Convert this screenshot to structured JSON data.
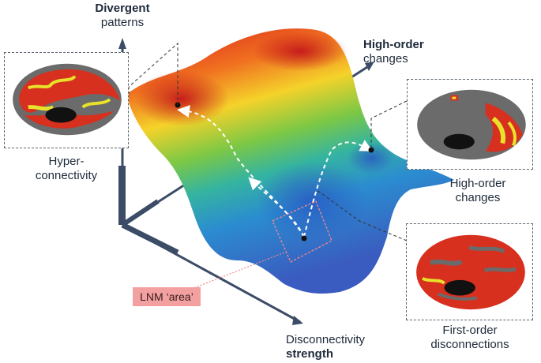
{
  "labels": {
    "divergent_bold": "Divergent",
    "divergent_rest": "patterns",
    "highorder_bold": "High-order",
    "highorder_rest": "changes",
    "hyper_line1": "Hyper-",
    "hyper_line2": "connectivity",
    "inset_highorder_line1": "High-order",
    "inset_highorder_line2": "changes",
    "first_line1": "First-order",
    "first_line2": "disconnections",
    "disconn_line1": "Disconnectivity",
    "disconn_bold": "strength",
    "lnm_area": "LNM ‘area’"
  },
  "icons": [
    "brain-hyperconnectivity-icon",
    "brain-high-order-icon",
    "brain-first-order-icon"
  ],
  "colors": {
    "axis": "#3c4c66",
    "lnm_box": "#f2a0a0",
    "surface_high": "#d7191c",
    "surface_mid": "#52b848",
    "surface_low": "#2c7bb6",
    "brain_gray": "#6b6b6b",
    "brain_red": "#d7301f",
    "brain_yellow": "#e8e32a"
  }
}
